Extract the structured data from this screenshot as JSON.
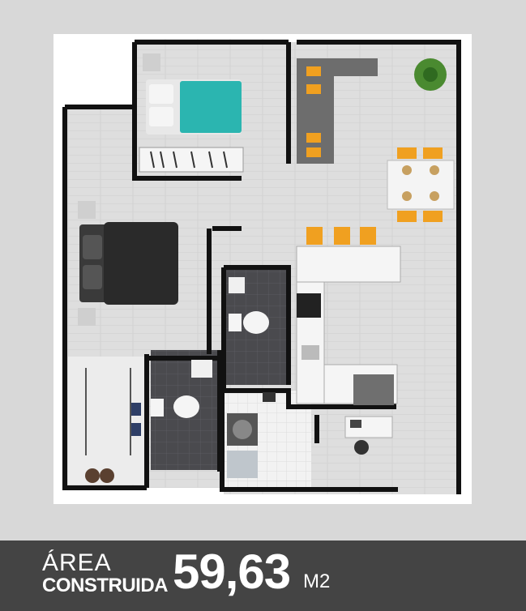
{
  "area_label_line1": "ÁREA",
  "area_label_line2": "CONSTRUIDA",
  "area_value": "59,63",
  "area_unit": "M2",
  "colors": {
    "background": "#d8d8d8",
    "footer": "#444444",
    "wall": "#111111",
    "floor": "#dcdcdc",
    "accent_teal": "#2bb5b0",
    "accent_orange": "#f0a020"
  }
}
